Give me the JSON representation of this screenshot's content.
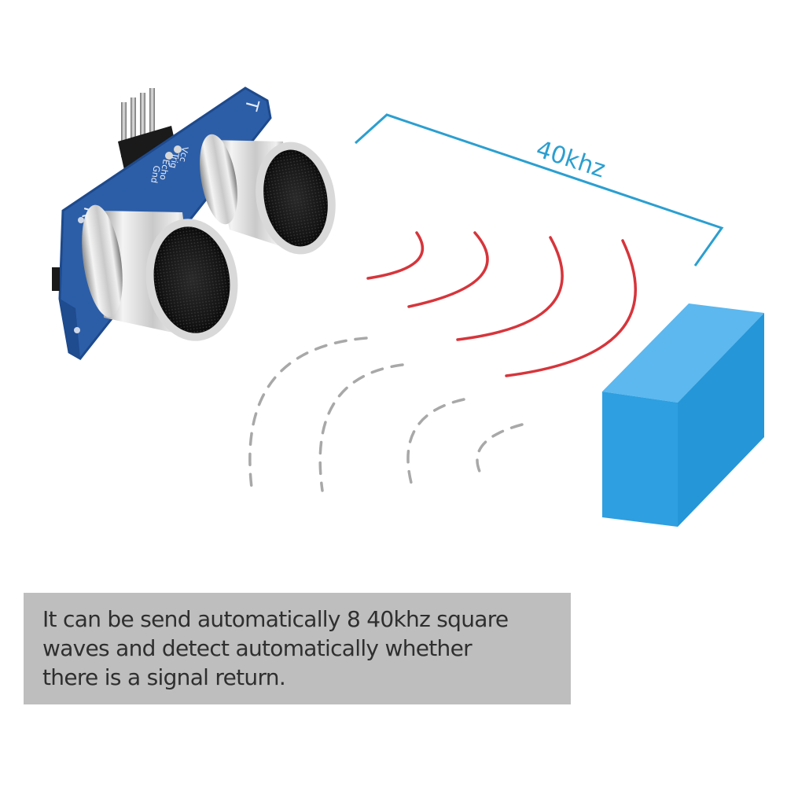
{
  "diagram": {
    "frequency_label": "40khz",
    "board_letters": {
      "receiver": "R",
      "transmitter": "T"
    },
    "pin_labels": [
      "Vcc",
      "Trig",
      "Echo",
      "Gnd"
    ],
    "colors": {
      "board": "#2c5ea8",
      "bracket": "#2b9fd0",
      "outgoing_wave": "#d6353b",
      "return_wave": "#a8a8a8",
      "obstacle": "#2e9fe0",
      "caption_background": "#bebebe"
    }
  },
  "caption": {
    "text": "It can be send automatically 8 40khz square\nwaves and  detect automatically whether\nthere is a signal return."
  }
}
